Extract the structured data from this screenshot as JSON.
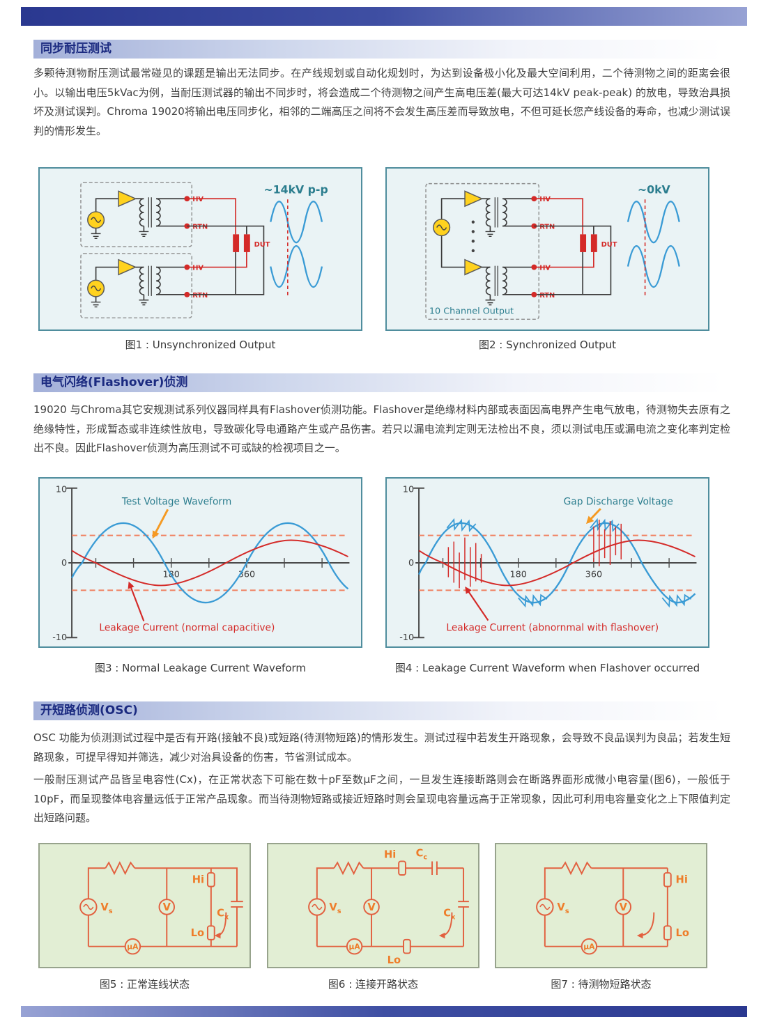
{
  "colors": {
    "bar_blue_dark": "#2a3890",
    "bar_blue_light": "#97a2d4",
    "header_text": "#1b2a80",
    "teal": "#2b7d8e",
    "signal_red": "#d42a28",
    "wave_blue": "#3a9bd5",
    "source_yellow": "#ffd21e",
    "threshold_orange": "#f08060",
    "circuit_orange_label": "#ee7d2a",
    "circuit_red_line": "#e2603f",
    "green_panel": "#e2eed4"
  },
  "sections": {
    "sync": {
      "title": "同步耐压测试",
      "body": "多颗待测物耐压测试最常碰见的课题是输出无法同步。在产线规划或自动化规划时，为达到设备极小化及最大空间利用，二个待测物之间的距离会很小。以输出电压5kVac为例，当耐压测试器的输出不同步时，将会造成二个待测物之间产生高电压差(最大可达14kV peak-peak) 的放电，导致治具损坏及测试误判。Chroma 19020将输出电压同步化，相邻的二端高压之间将不会发生高压差而导致放电，不但可延长您产线设备的寿命，也减少测试误判的情形发生。"
    },
    "flashover": {
      "title": "电气闪络(Flashover)侦测",
      "body": "19020 与Chroma其它安规测试系列仪器同样具有Flashover侦测功能。Flashover是绝缘材料内部或表面因高电界产生电气放电，待测物失去原有之绝缘特性，形成暂态或非连续性放电，导致碳化导电通路产生或产品伤害。若只以漏电流判定则无法检出不良，须以测试电压或漏电流之变化率判定检出不良。因此Flashover侦测为高压测试不可或缺的检视项目之一。"
    },
    "osc": {
      "title": "开短路侦测(OSC)",
      "body1": "OSC 功能为侦测测试过程中是否有开路(接触不良)或短路(待测物短路)的情形发生。测试过程中若发生开路现象，会导致不良品误判为良品；若发生短路现象，可提早得知并筛选，减少对治具设备的伤害，节省测试成本。",
      "body2": "一般耐压测试产品皆呈电容性(Cx)，在正常状态下可能在数十pF至数μF之间，一旦发生连接断路则会在断路界面形成微小电容量(图6)，一般低于10pF，而呈现整体电容量远低于正常产品现象。而当待测物短路或接近短路时则会呈现电容量远高于正常现象，因此可利用电容量变化之上下限值判定出短路问题。"
    }
  },
  "fig1": {
    "caption": "图1 :  Unsynchronized Output",
    "voltage": "~14kV p-p",
    "hv": "HV",
    "rtn": "RTN",
    "dut": "DUT"
  },
  "fig2": {
    "caption": "图2 : Synchronized Output",
    "voltage": "~0kV",
    "channel": "10 Channel Output",
    "hv": "HV",
    "rtn": "RTN",
    "dut": "DUT"
  },
  "fig3": {
    "caption": "图3 : Normal Leakage Current Waveform",
    "y_max": "10",
    "y_zero": "0",
    "y_min": "-10",
    "x_180": "180",
    "x_360": "360",
    "label_voltage": "Test Voltage Waveform",
    "label_current": "Leakage Current (normal capacitive)"
  },
  "fig4": {
    "caption": "图4 :  Leakage Current Waveform when Flashover occurred",
    "y_max": "10",
    "y_zero": "0",
    "y_min": "-10",
    "x_180": "180",
    "x_360": "360",
    "label_voltage": "Gap Discharge Voltage",
    "label_current": "Leakage Current (abnornmal with flashover)"
  },
  "fig5": {
    "caption": "图5 : 正常连线状态",
    "vs": {
      "main": "V",
      "sub": "s"
    },
    "v": "V",
    "ua": "μA",
    "hi": "Hi",
    "lo": "Lo",
    "cx": {
      "main": "C",
      "sub": "x"
    }
  },
  "fig6": {
    "caption": "图6 : 连接开路状态",
    "vs": {
      "main": "V",
      "sub": "s"
    },
    "v": "V",
    "ua": "μA",
    "hi": "Hi",
    "lo": "Lo",
    "cx": {
      "main": "C",
      "sub": "x"
    },
    "cc": {
      "main": "C",
      "sub": "c"
    }
  },
  "fig7": {
    "caption": "图7 : 待测物短路状态",
    "vs": {
      "main": "V",
      "sub": "s"
    },
    "v": "V",
    "ua": "μA",
    "hi": "Hi",
    "lo": "Lo"
  },
  "chart_data": [
    {
      "figure": "图3",
      "type": "line",
      "title": "Normal Leakage Current Waveform",
      "ylim": [
        -10,
        10
      ],
      "x_tick_labels": [
        "180",
        "360"
      ],
      "thresholds": [
        4,
        -4
      ],
      "series": [
        {
          "name": "Test Voltage Waveform",
          "shape": "smooth sine",
          "amplitude_units": 5.7,
          "cycles_shown": 1.6
        },
        {
          "name": "Leakage Current (normal capacitive)",
          "shape": "smooth sine, phase shifted ~90°",
          "amplitude_units": 3.2,
          "cycles_shown": 1.0
        }
      ]
    },
    {
      "figure": "图4",
      "type": "line",
      "title": "Leakage Current Waveform when Flashover occurred",
      "ylim": [
        -10,
        10
      ],
      "x_tick_labels": [
        "180",
        "360"
      ],
      "thresholds": [
        4,
        -4
      ],
      "series": [
        {
          "name": "Gap Discharge Voltage",
          "shape": "sine with sawtooth flashover notches at each peak and trough",
          "amplitude_units": 5.7
        },
        {
          "name": "Leakage Current (abnornmal with flashover)",
          "shape": "shallow sine with clusters of vertical discharge spikes near voltage peaks",
          "amplitude_units": 3.2
        }
      ]
    }
  ]
}
